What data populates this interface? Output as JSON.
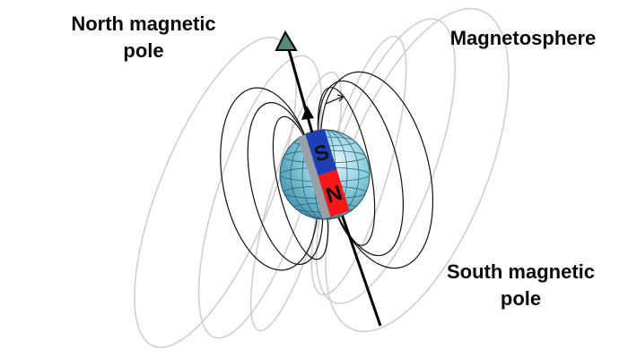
{
  "labels": {
    "north_pole": [
      "North magnetic",
      "pole"
    ],
    "magnetosphere": "Magnetosphere",
    "south_pole": [
      "South magnetic",
      "pole"
    ]
  },
  "magnet": {
    "top_letter": "S",
    "bottom_letter": "N",
    "top_color": "#1e3fb8",
    "bottom_color": "#f51818"
  },
  "colors": {
    "globe": "#7fc4d6",
    "globe_grid": "#2a4f66",
    "inner_field_line": "#111111",
    "outer_field_line": "#cfcfcf",
    "arrow_head": "#5a8a7a"
  },
  "icons": {
    "axis_arrow": "arrow-up-icon",
    "field_direction": "small-arrow-icon"
  }
}
